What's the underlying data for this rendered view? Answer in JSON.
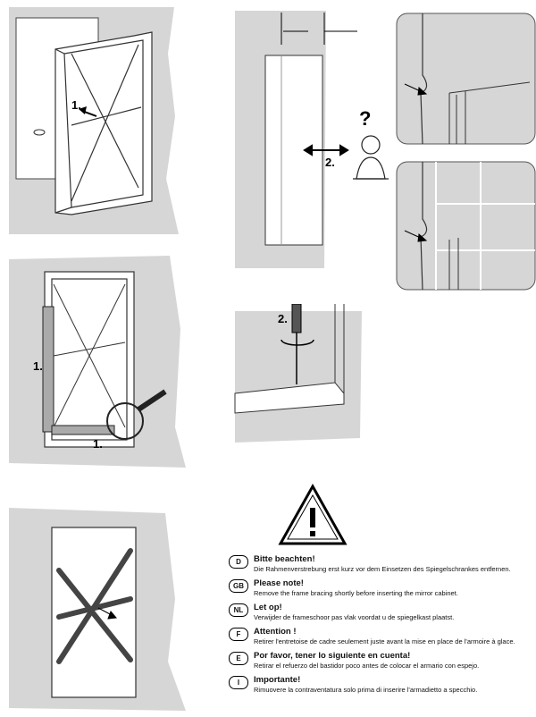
{
  "steps": {
    "p1": "1.",
    "p2": "2.",
    "p3_a": "1.",
    "p3_b": "1.",
    "p5": "2."
  },
  "notes": [
    {
      "code": "D",
      "title": "Bitte beachten!",
      "body": "Die Rahmenverstrebung erst kurz vor dem Einsetzen des Spiegelschrankes entfernen."
    },
    {
      "code": "GB",
      "title": "Please note!",
      "body": "Remove the frame bracing shortly before inserting the mirror cabinet."
    },
    {
      "code": "NL",
      "title": "Let op!",
      "body": "Verwijder de frameschoor pas vlak voordat u de spiegelkast plaatst."
    },
    {
      "code": "F",
      "title": "Attention !",
      "body": "Retirer l'entretoise de cadre seulement juste avant la mise en place de l'armoire à glace."
    },
    {
      "code": "E",
      "title": "Por favor, tener lo siguiente en cuenta!",
      "body": "Retirar el refuerzo del bastidor poco antes de colocar el armario con espejo."
    },
    {
      "code": "I",
      "title": "Importante!",
      "body": "Rimuovere la contraventatura solo prima di inserire l'armadietto a specchio."
    }
  ],
  "colors": {
    "wall": "#d6d6d6",
    "line": "#333333",
    "white": "#ffffff"
  }
}
